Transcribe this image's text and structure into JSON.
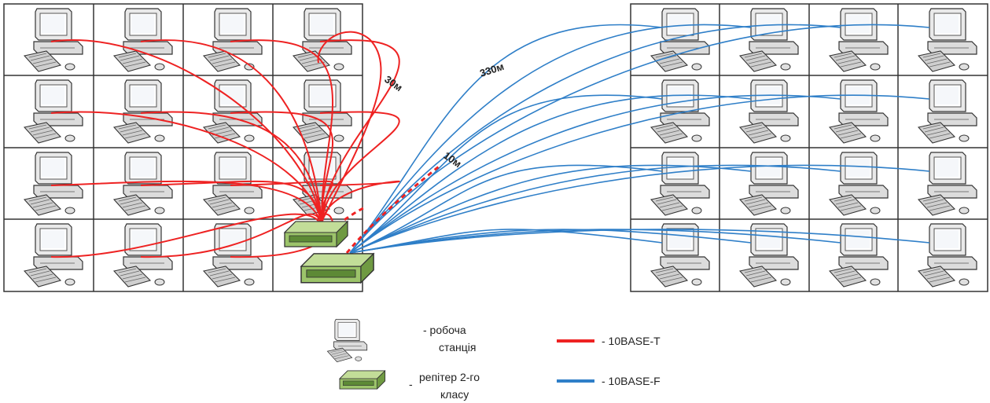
{
  "distances": {
    "d30": "30м",
    "d330": "330м",
    "d10": "10м"
  },
  "legend": {
    "workstation_line1": "- робоча",
    "workstation_line2": "станція",
    "repeater_dash": "-",
    "repeater_line1": "репітер 2-го",
    "repeater_line2": "класу",
    "t_label": "- 10BASE-T",
    "f_label": "- 10BASE-F"
  },
  "colors": {
    "copper": "#ee2222",
    "fiber": "#2f7fc8",
    "grid": "#333333",
    "repeater": "#8fb960"
  },
  "icons": {
    "workstation": "desktop-computer-icon",
    "repeater": "network-repeater-icon"
  }
}
